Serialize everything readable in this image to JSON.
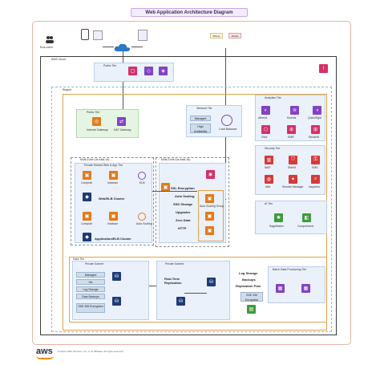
{
  "title": "Web Application Architecture Diagram",
  "footer": {
    "logo": "aws",
    "note": "Amazon Web Services, Inc. or its affiliates. All rights reserved."
  },
  "top": {
    "users_label": "End-users",
    "badge_1": "Phone",
    "badge_2": "Mobile"
  },
  "aws_cloud": {
    "label": "AWS Cloud"
  },
  "region": {
    "label": "Region"
  },
  "public_services": {
    "label": "Public Tier"
  },
  "public_subnet": {
    "label": "Public Tier",
    "item_1": "Internet Gateway",
    "item_2": "NAT Gateway"
  },
  "network_tier": {
    "label": "Network Tier",
    "pill_1": "Managed",
    "pill_2": "High Availability",
    "icon_label": "Load Balancer"
  },
  "az1": {
    "label": "Multi-Zone (us-east-1a)",
    "inner_label": "Private Subnet Web & App Tier",
    "row1": [
      "Compute",
      "Instance",
      "ELB"
    ],
    "row1_caption": "Web/ELB Cluster",
    "row2": [
      "Compute",
      "Instance",
      "Auto Scaling"
    ],
    "row2_caption": "Application/ELB Cluster"
  },
  "az2": {
    "label": "Multi-Zone (us-east-1b)",
    "features": [
      "SSL Encryption",
      "Auto Scaling",
      "SSD Storage",
      "Upgrades",
      "Zero Data",
      "HTTP"
    ],
    "group_label": "Auto Scaling Group"
  },
  "analytics": {
    "label": "Analytics Tier",
    "items": [
      "Athena",
      "Kinesis",
      "QuickSight",
      "Glue",
      "EMR",
      "Redshift"
    ]
  },
  "security": {
    "label": "Security Tier",
    "items": [
      "WAF",
      "Shield",
      "KMS",
      "IAM",
      "Secrets Manager",
      "Inspector"
    ]
  },
  "ai": {
    "label": "AI Tier",
    "items": [
      "SageMaker",
      "Comprehend"
    ]
  },
  "data_tier": {
    "label": "Data Tier",
    "pdb1_label": "Private Subnet",
    "pdb1_pills": [
      "Managed",
      "HA",
      "Log Storage",
      "Data Backups",
      "SSE 256 Encryption"
    ],
    "pdb2_label": "Private Subnet",
    "pdb2_text": "Real-Time Replication",
    "middle_text": [
      "Log Storage",
      "Backups",
      "Replication Plan"
    ],
    "middle_pill": "SSE 256 Encryption",
    "batch_label": "Batch Data Processing Tier"
  },
  "colors": {
    "pink": "#d4306a",
    "orange": "#e27b1c",
    "purple": "#8343c4",
    "green": "#3f9a3c",
    "accent_border": "#e0a24a"
  }
}
